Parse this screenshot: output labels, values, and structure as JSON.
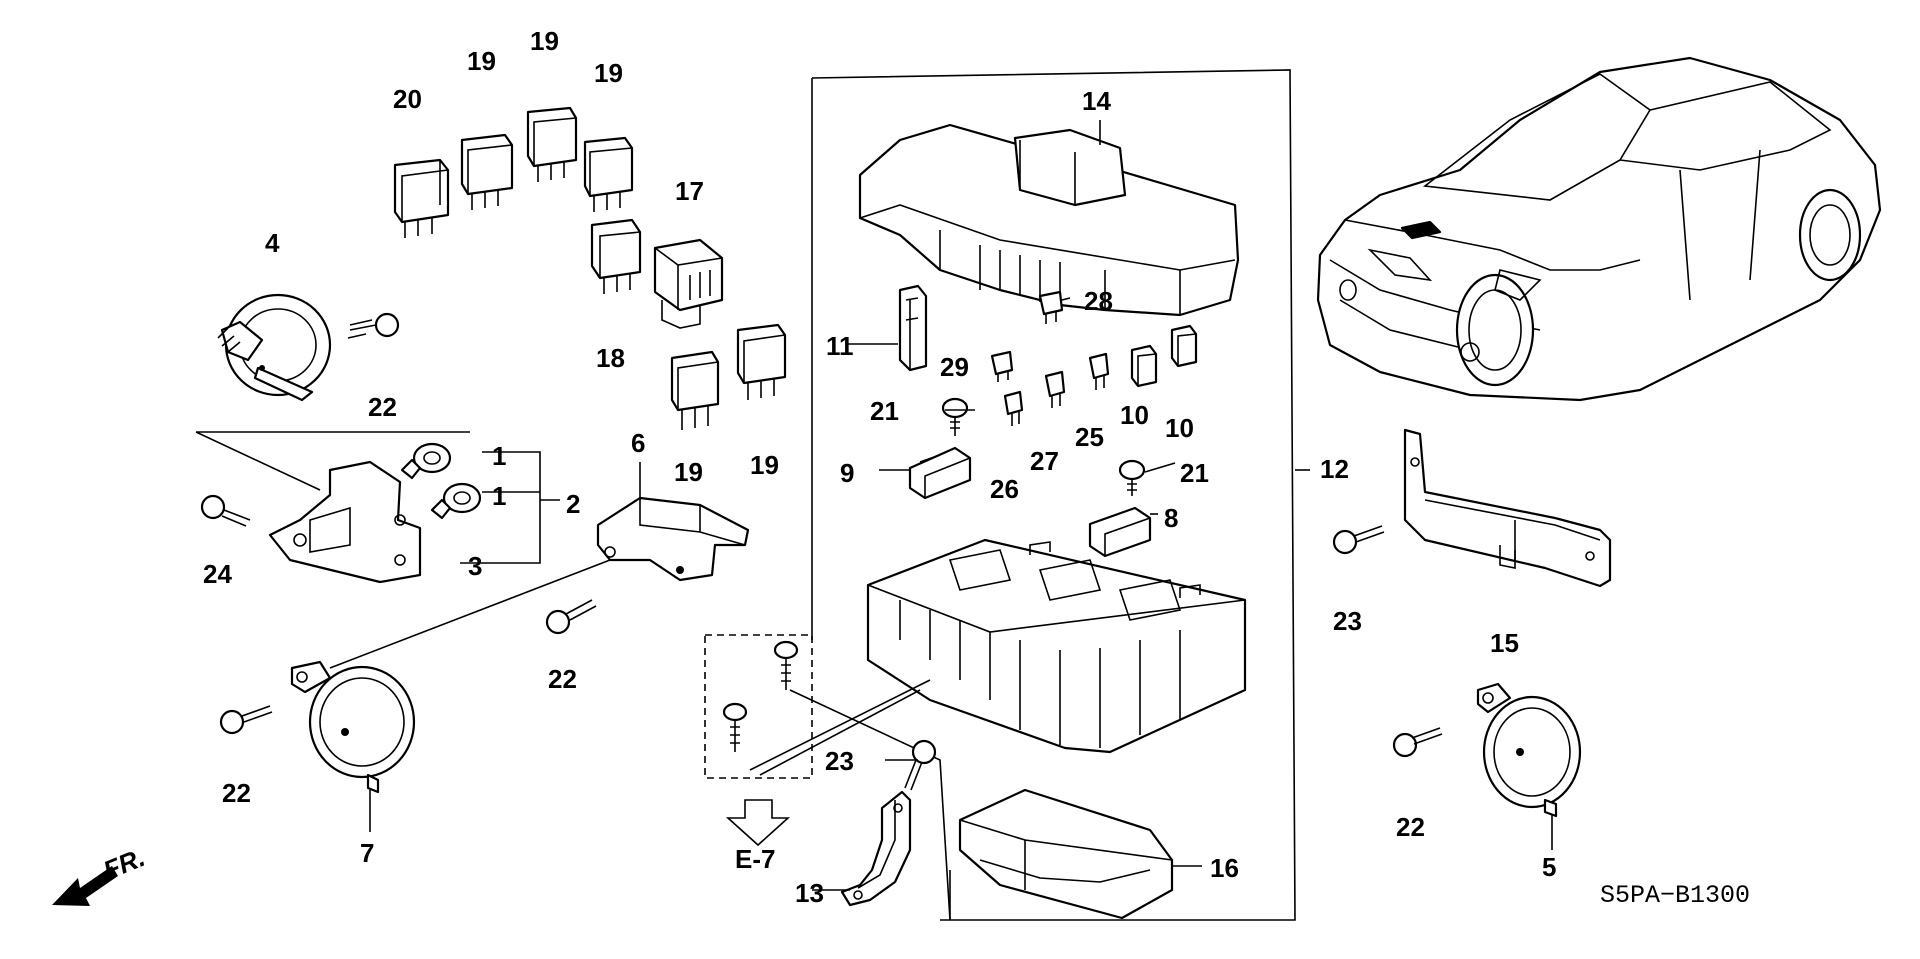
{
  "diagram": {
    "code": "S5PA−B1300",
    "direction_label": "FR.",
    "reference_label": "E-7",
    "callouts": {
      "c1a": "1",
      "c1b": "1",
      "c2": "2",
      "c3": "3",
      "c4": "4",
      "c5": "5",
      "c6": "6",
      "c7": "7",
      "c8": "8",
      "c9": "9",
      "c10a": "10",
      "c10b": "10",
      "c11": "11",
      "c12": "12",
      "c13": "13",
      "c14": "14",
      "c15": "15",
      "c16": "16",
      "c17": "17",
      "c18": "18",
      "c19a": "19",
      "c19b": "19",
      "c19c": "19",
      "c19d": "19",
      "c19e": "19",
      "c20": "20",
      "c21a": "21",
      "c21b": "21",
      "c22a": "22",
      "c22b": "22",
      "c22c": "22",
      "c22d": "22",
      "c23a": "23",
      "c23b": "23",
      "c24": "24",
      "c25": "25",
      "c26": "26",
      "c27": "27",
      "c28": "28",
      "c29": "29"
    }
  }
}
